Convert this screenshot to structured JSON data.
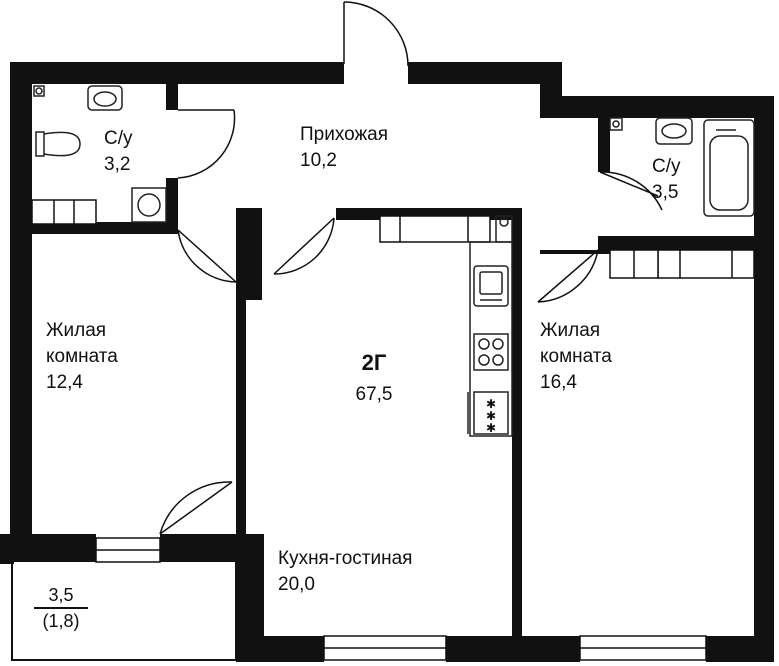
{
  "apartment": {
    "code": "2Г",
    "total_area": "67,5"
  },
  "rooms": {
    "wc_left": {
      "name": "С/у",
      "area": "3,2"
    },
    "hallway": {
      "name": "Прихожая",
      "area": "10,2"
    },
    "wc_right": {
      "name": "С/у",
      "area": "3,5"
    },
    "bedroom_left": {
      "name_line1": "Жилая",
      "name_line2": "комната",
      "area": "12,4"
    },
    "kitchen_living": {
      "name": "Кухня-гостиная",
      "area": "20,0"
    },
    "bedroom_right": {
      "name_line1": "Жилая",
      "name_line2": "комната",
      "area": "16,4"
    },
    "balcony": {
      "area": "3,5",
      "reduced_area": "(1,8)"
    }
  },
  "colors": {
    "wall": "#111111",
    "background": "#ffffff",
    "fixture_line": "#222222"
  }
}
